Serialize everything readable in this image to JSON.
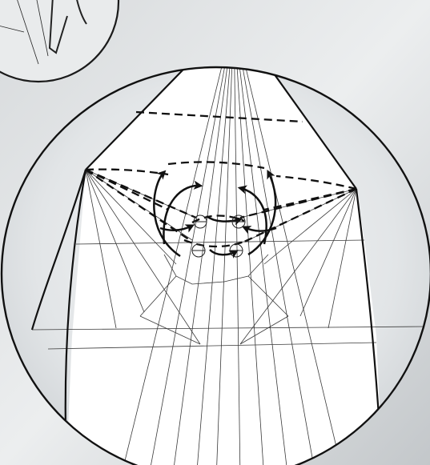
{
  "diagram": {
    "colors": {
      "background_light": "#eceeef",
      "background_dark": "#c6cacd",
      "paper": "#ffffff",
      "line": "#1a1a1a",
      "thin_line": "#3a3a3a"
    },
    "elements": [
      "magnifier-circle",
      "inset-circle",
      "paper-outline",
      "crease-lines",
      "dashed-fold-lines",
      "rotation-arrows",
      "contact-point-markers"
    ]
  }
}
